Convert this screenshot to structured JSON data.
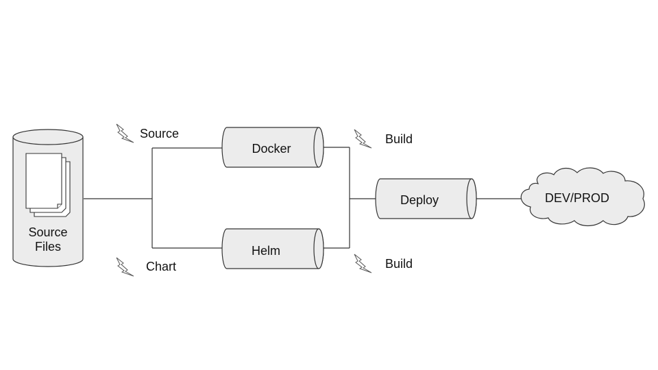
{
  "nodes": {
    "source_files": {
      "line1": "Source",
      "line2": "Files"
    },
    "docker": {
      "label": "Docker"
    },
    "helm": {
      "label": "Helm"
    },
    "deploy": {
      "label": "Deploy"
    },
    "environment": {
      "label": "DEV/PROD"
    }
  },
  "edge_labels": {
    "source": "Source",
    "chart": "Chart",
    "build_docker": "Build",
    "build_helm": "Build"
  },
  "icons": [
    "lightning-icon",
    "document-stack-icon",
    "cloud-icon"
  ]
}
